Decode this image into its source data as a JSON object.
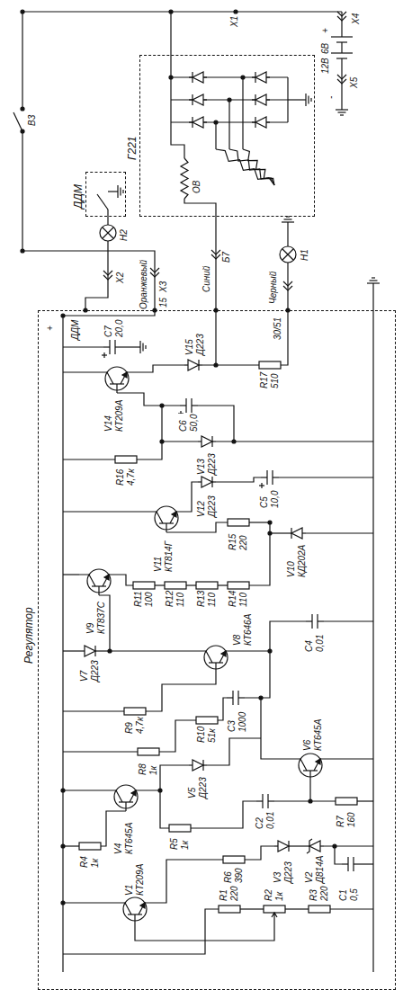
{
  "diagram": {
    "nodes": [
      {
        "text": [
          "Регулятор"
        ]
      },
      {
        "text": [
          "ДДМ"
        ]
      },
      {
        "text": [
          "Г221"
        ]
      }
    ],
    "labels": [
      "X1",
      "X4",
      "+",
      "12В",
      "6В",
      "X5",
      "-",
      "В3",
      "H2",
      "X2",
      "X3",
      "Оранжевый",
      "Б7",
      "Синий",
      "30/51",
      "Черный",
      "H1",
      "15",
      "ДДМ",
      "+",
      "C7 20,0",
      "V15 Д223",
      "R17 510",
      "V14 КТ209А",
      "C6 50,0",
      "R16 4,7к",
      "V13 Д223",
      "V12 Д223",
      "C5 10,0",
      "V11 КТ814Г",
      "R15 220",
      "V10 КД202А",
      "V9 КТ837С",
      "R14 110",
      "R13 110",
      "R12 110",
      "R11 100",
      "C4 0,01",
      "V8 КТ646А",
      "R9 4,7к",
      "R10 51к",
      "C3 1000",
      "V7 Д223",
      "R8 1к",
      "V5 Д223",
      "V4 КТ645А",
      "R5 1к",
      "R4 1к",
      "V6 КТ645А",
      "R6 390",
      "C2 0,01",
      "V2 Д814А",
      "V3 Д223",
      "R7 160",
      "C1 0,5",
      "V1 КТ209А",
      "R1 220",
      "R2 1к",
      "R3 220",
      "ОВ"
    ]
  }
}
